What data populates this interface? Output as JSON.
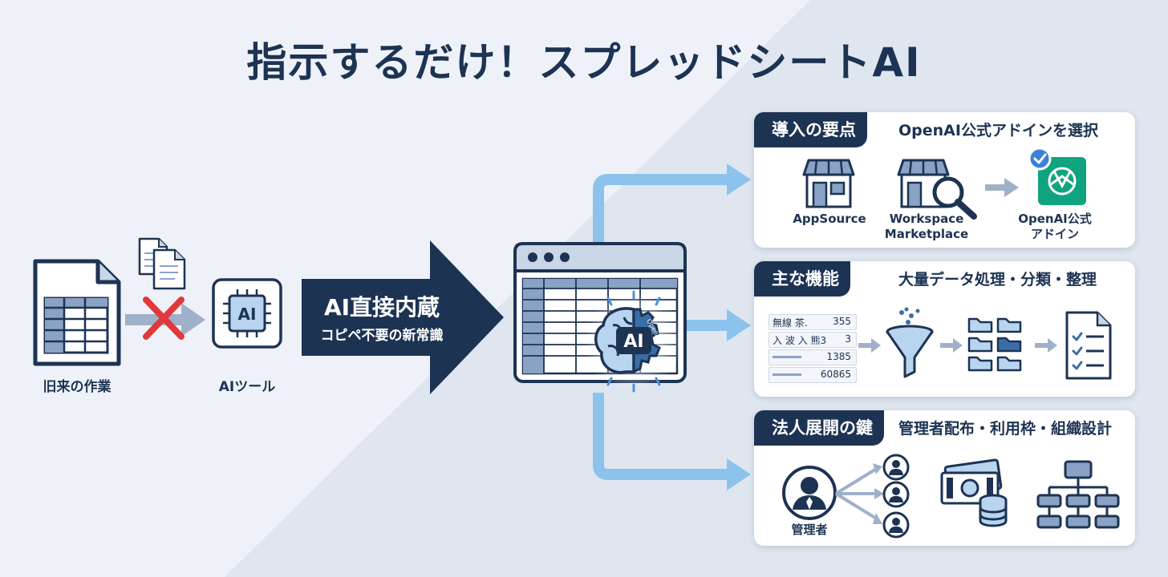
{
  "title": "指示するだけ！スプレッドシートAI",
  "left": {
    "legacy_label": "旧来の作業",
    "ai_tool_label": "AIツール",
    "chip_text": "AI"
  },
  "big_arrow": {
    "headline": "AI直接内蔵",
    "subline": "コピペ不要の新常識"
  },
  "center": {
    "brain_text": "AI",
    "gear_text": "OpenAI"
  },
  "panels": [
    {
      "tab": "導入の要点",
      "subtitle": "OpenAI公式アドインを選択",
      "items": [
        "AppSource",
        "Workspace\nMarketplace",
        "OpenAI公式\nアドイン"
      ]
    },
    {
      "tab": "主な機能",
      "subtitle": "大量データ処理・分類・整理",
      "rows": [
        {
          "label": "無線 茶.",
          "value": "355"
        },
        {
          "label": "入 波 入 熊3",
          "value": "3"
        },
        {
          "label": "",
          "value": "1385"
        },
        {
          "label": "",
          "value": "60865"
        }
      ]
    },
    {
      "tab": "法人展開の鍵",
      "subtitle": "管理者配布・利用枠・組織設計",
      "admin_label": "管理者"
    }
  ],
  "colors": {
    "navy": "#1d3353",
    "light_blue": "#8cc3ec",
    "red": "#e0383b",
    "openai_green": "#10a37f"
  }
}
